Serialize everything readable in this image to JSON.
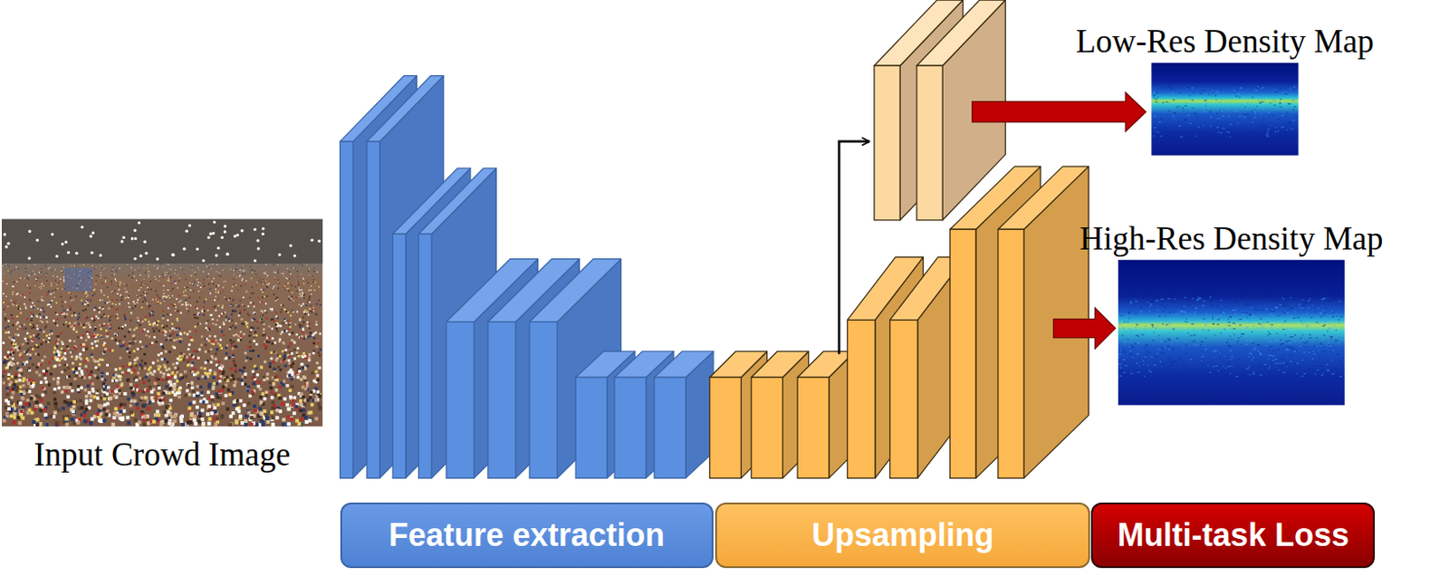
{
  "diagram": {
    "nodes": [
      {
        "text": [
          "Input Crowd Image"
        ]
      },
      {
        "text": [
          "Low-Res Density Map"
        ]
      },
      {
        "text": [
          "High-Res Density Map"
        ]
      },
      {
        "text": [
          "Feature extraction"
        ]
      },
      {
        "text": [
          "Upsampling"
        ]
      },
      {
        "text": [
          "Multi-task Loss"
        ]
      }
    ]
  }
}
